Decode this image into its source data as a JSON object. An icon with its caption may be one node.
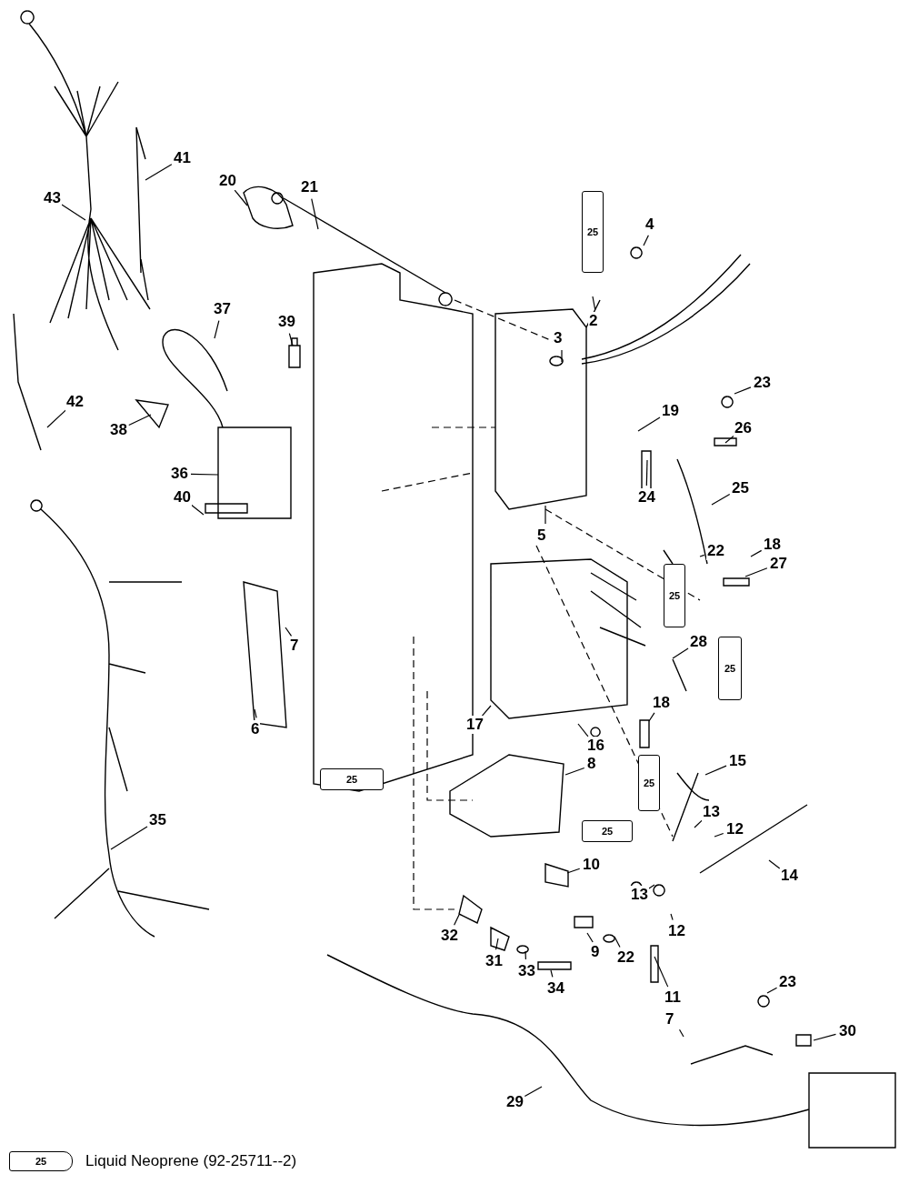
{
  "diagram": {
    "nodes": [
      {
        "text": [
          "41"
        ]
      },
      {
        "text": [
          "20"
        ]
      },
      {
        "text": [
          "21"
        ]
      },
      {
        "text": [
          "43"
        ]
      },
      {
        "text": [
          "25"
        ]
      },
      {
        "text": [
          "4"
        ]
      },
      {
        "text": [
          "37"
        ]
      },
      {
        "text": [
          "2"
        ]
      },
      {
        "text": [
          "39"
        ]
      },
      {
        "text": [
          "3"
        ]
      },
      {
        "text": [
          "23"
        ]
      },
      {
        "text": [
          "42"
        ]
      },
      {
        "text": [
          "19"
        ]
      },
      {
        "text": [
          "26"
        ]
      },
      {
        "text": [
          "38"
        ]
      },
      {
        "text": [
          "36"
        ]
      },
      {
        "text": [
          "25"
        ]
      },
      {
        "text": [
          "24"
        ]
      },
      {
        "text": [
          "40"
        ]
      },
      {
        "text": [
          "5"
        ]
      },
      {
        "text": [
          "18"
        ]
      },
      {
        "text": [
          "22"
        ]
      },
      {
        "text": [
          "27"
        ]
      },
      {
        "text": [
          "25"
        ]
      },
      {
        "text": [
          "28"
        ]
      },
      {
        "text": [
          "7"
        ]
      },
      {
        "text": [
          "25"
        ]
      },
      {
        "text": [
          "18"
        ]
      },
      {
        "text": [
          "17"
        ]
      },
      {
        "text": [
          "6"
        ]
      },
      {
        "text": [
          "16"
        ]
      },
      {
        "text": [
          "15"
        ]
      },
      {
        "text": [
          "8"
        ]
      },
      {
        "text": [
          "25"
        ]
      },
      {
        "text": [
          "25"
        ]
      },
      {
        "text": [
          "13"
        ]
      },
      {
        "text": [
          "35"
        ]
      },
      {
        "text": [
          "12"
        ]
      },
      {
        "text": [
          "25"
        ]
      },
      {
        "text": [
          "10"
        ]
      },
      {
        "text": [
          "14"
        ]
      },
      {
        "text": [
          "13"
        ]
      },
      {
        "text": [
          "12"
        ]
      },
      {
        "text": [
          "32"
        ]
      },
      {
        "text": [
          "9"
        ]
      },
      {
        "text": [
          "22"
        ]
      },
      {
        "text": [
          "31"
        ]
      },
      {
        "text": [
          "33"
        ]
      },
      {
        "text": [
          "23"
        ]
      },
      {
        "text": [
          "34"
        ]
      },
      {
        "text": [
          "11"
        ]
      },
      {
        "text": [
          "7"
        ]
      },
      {
        "text": [
          "30"
        ]
      },
      {
        "text": [
          "29"
        ]
      }
    ],
    "edges": [
      {
        "from": 0,
        "to": null,
        "arrow": "none"
      },
      {
        "from": 1,
        "to": null,
        "arrow": "none"
      },
      {
        "from": 2,
        "to": null,
        "arrow": "none"
      },
      {
        "from": 3,
        "to": null,
        "arrow": "none"
      },
      {
        "from": 5,
        "to": null,
        "arrow": "none"
      },
      {
        "from": 6,
        "to": null,
        "arrow": "none"
      },
      {
        "from": 7,
        "to": null,
        "arrow": "none"
      },
      {
        "from": 8,
        "to": null,
        "arrow": "none"
      },
      {
        "from": 9,
        "to": null,
        "arrow": "none"
      },
      {
        "from": 10,
        "to": null,
        "arrow": "none"
      },
      {
        "from": 11,
        "to": null,
        "arrow": "none"
      },
      {
        "from": 12,
        "to": null,
        "arrow": "none"
      },
      {
        "from": 13,
        "to": null,
        "arrow": "none"
      },
      {
        "from": 14,
        "to": null,
        "arrow": "none"
      },
      {
        "from": 15,
        "to": null,
        "arrow": "none"
      },
      {
        "from": 16,
        "to": null,
        "arrow": "none"
      },
      {
        "from": 17,
        "to": null,
        "arrow": "none"
      },
      {
        "from": 18,
        "to": null,
        "arrow": "none"
      },
      {
        "from": 19,
        "to": null,
        "arrow": "none"
      },
      {
        "from": 20,
        "to": null,
        "arrow": "none"
      },
      {
        "from": 21,
        "to": null,
        "arrow": "none"
      },
      {
        "from": 22,
        "to": null,
        "arrow": "none"
      },
      {
        "from": 24,
        "to": null,
        "arrow": "none"
      },
      {
        "from": 25,
        "to": null,
        "arrow": "none"
      },
      {
        "from": 27,
        "to": null,
        "arrow": "none"
      },
      {
        "from": 28,
        "to": null,
        "arrow": "none"
      },
      {
        "from": 29,
        "to": null,
        "arrow": "none"
      },
      {
        "from": 30,
        "to": null,
        "arrow": "none"
      },
      {
        "from": 31,
        "to": null,
        "arrow": "none"
      },
      {
        "from": 32,
        "to": null,
        "arrow": "none"
      },
      {
        "from": 35,
        "to": null,
        "arrow": "none"
      },
      {
        "from": 36,
        "to": null,
        "arrow": "none"
      },
      {
        "from": 37,
        "to": null,
        "arrow": "none"
      },
      {
        "from": 39,
        "to": null,
        "arrow": "none"
      },
      {
        "from": 40,
        "to": null,
        "arrow": "none"
      },
      {
        "from": 41,
        "to": null,
        "arrow": "none"
      },
      {
        "from": 42,
        "to": null,
        "arrow": "none"
      },
      {
        "from": 43,
        "to": null,
        "arrow": "none"
      },
      {
        "from": 44,
        "to": null,
        "arrow": "none"
      },
      {
        "from": 45,
        "to": null,
        "arrow": "none"
      },
      {
        "from": 46,
        "to": null,
        "arrow": "none"
      },
      {
        "from": 47,
        "to": null,
        "arrow": "none"
      },
      {
        "from": 48,
        "to": null,
        "arrow": "none"
      },
      {
        "from": 49,
        "to": null,
        "arrow": "none"
      },
      {
        "from": 50,
        "to": null,
        "arrow": "none"
      },
      {
        "from": 51,
        "to": null,
        "arrow": "none"
      },
      {
        "from": 52,
        "to": null,
        "arrow": "none"
      },
      {
        "from": 53,
        "to": null,
        "arrow": "none"
      }
    ],
    "labels": [
      "25"
    ],
    "legend": [
      {
        "text": "Liquid Neoprene (92-25711--2)"
      }
    ]
  }
}
